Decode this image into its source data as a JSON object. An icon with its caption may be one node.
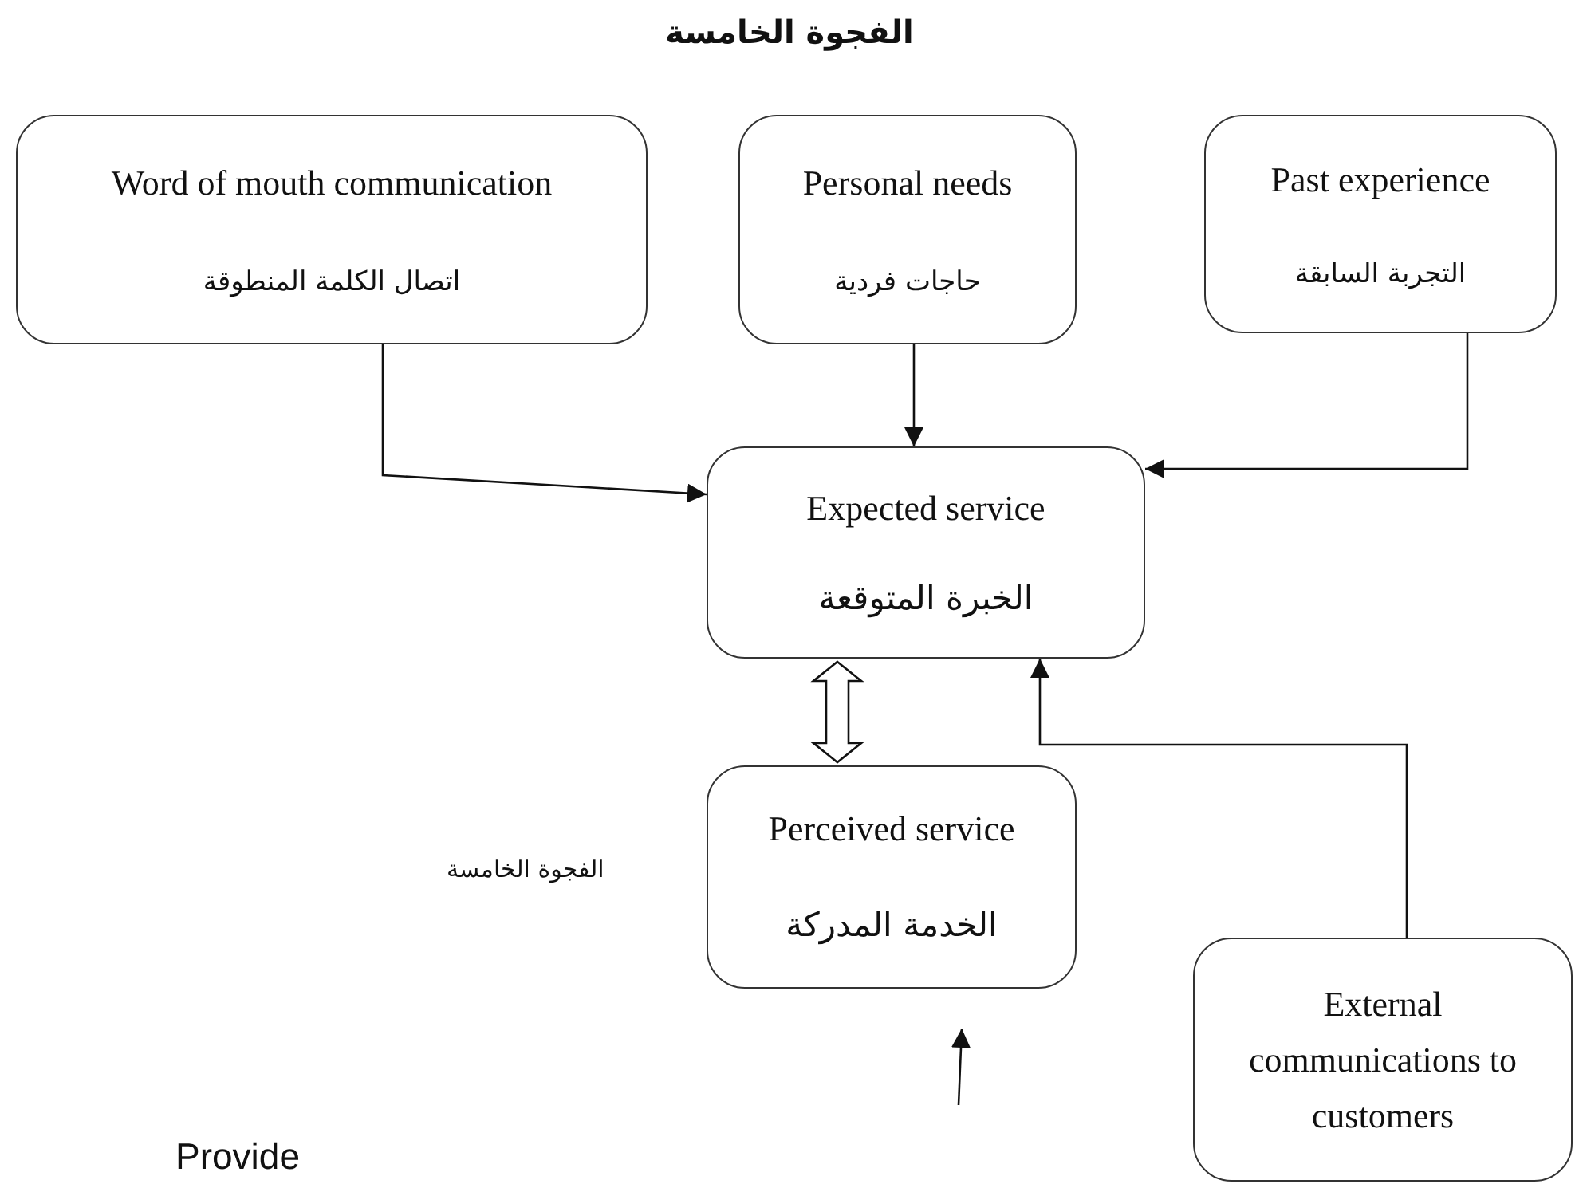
{
  "diagram": {
    "title": "الفجوة الخامسة",
    "nodes": [
      {
        "text": [
          "Word of mouth communication",
          "اتصال الكلمة المنطوقة"
        ]
      },
      {
        "text": [
          "Personal needs",
          "حاجات فردية"
        ]
      },
      {
        "text": [
          "Past experience",
          "التجربة السابقة"
        ]
      },
      {
        "text": [
          "Expected service",
          "الخبرة المتوقعة"
        ]
      },
      {
        "text": [
          "Perceived service",
          "الخدمة المدركة"
        ]
      },
      {
        "text": [
          "External communications to customers"
        ]
      }
    ],
    "edges": [
      {
        "from": 0,
        "to": 3,
        "arrow": "to"
      },
      {
        "from": 1,
        "to": 3,
        "arrow": "to"
      },
      {
        "from": 2,
        "to": 3,
        "arrow": "to"
      },
      {
        "from": 5,
        "to": 3,
        "arrow": "to"
      },
      {
        "from": 3,
        "to": 4,
        "arrow": "both"
      },
      {
        "from": null,
        "to": 4,
        "arrow": "to"
      }
    ],
    "labels": [
      "الفجوة الخامسة",
      "Provide"
    ]
  }
}
